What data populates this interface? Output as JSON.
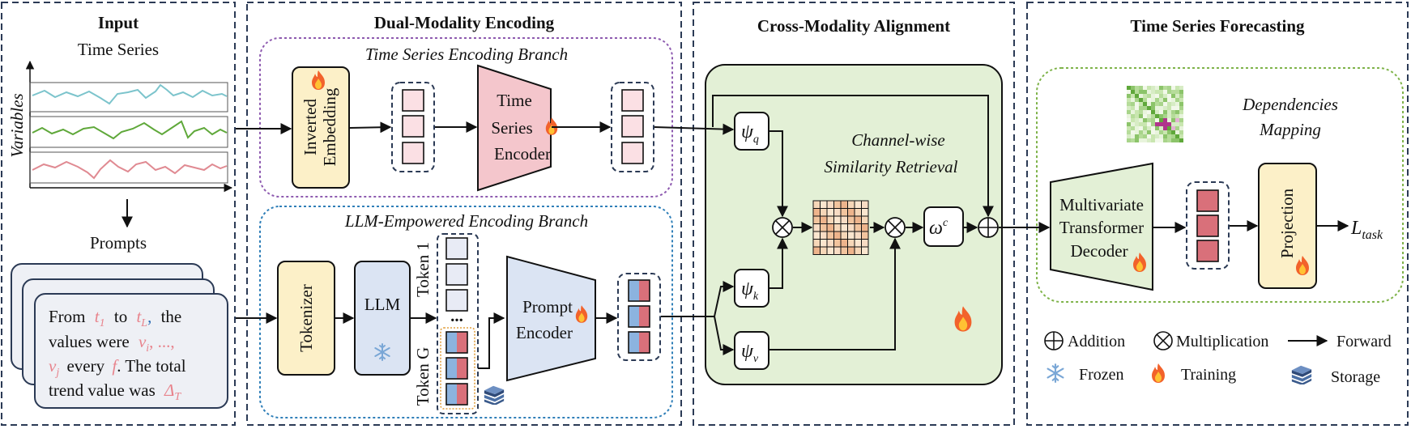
{
  "sections": {
    "input": "Input",
    "encoding": "Dual-Modality Encoding",
    "alignment": "Cross-Modality Alignment",
    "forecasting": "Time Series Forecasting"
  },
  "input": {
    "time_series_label": "Time Series",
    "variables_label": "Variables",
    "prompts_label": "Prompts",
    "prompt": {
      "w_from": "From",
      "t1_base": "t",
      "t1_sub": "1",
      "w_to": "to",
      "tl_base": "t",
      "tl_sub": "L",
      "comma1": ",",
      "w_the": "the",
      "w_values_were": "values were",
      "vi_base": "v",
      "vi_sub": "i",
      "ellipsis": ", ...,",
      "vj_base": "v",
      "vj_sub": "j",
      "w_every": "every",
      "f_sym": "f",
      "w_total": ". The total",
      "w_trend": "trend value was",
      "delta_base": "Δ",
      "delta_sub": "T"
    }
  },
  "ts_branch": {
    "title": "Time Series Encoding Branch",
    "inverted_embedding_1": "Inverted",
    "inverted_embedding_2": "Embedding",
    "encoder_1": "Time",
    "encoder_2": "Series",
    "encoder_3": "Encoder"
  },
  "llm_branch": {
    "title": "LLM-Empowered Encoding Branch",
    "tokenizer": "Tokenizer",
    "llm": "LLM",
    "token_1": "Token 1",
    "token_g": "Token G",
    "dots": "...",
    "prompt_encoder_1": "Prompt",
    "prompt_encoder_2": "Encoder"
  },
  "alignment": {
    "retrieval_1": "Channel-wise",
    "retrieval_2": "Similarity Retrieval",
    "psi": "ψ",
    "q": "q",
    "k": "k",
    "v": "v",
    "omega": "ω",
    "omega_sup": "c"
  },
  "forecasting": {
    "dependencies_1": "Dependencies",
    "dependencies_2": "Mapping",
    "decoder_1": "Multivariate",
    "decoder_2": "Transformer",
    "decoder_3": "Decoder",
    "projection": "Projection",
    "loss_base": "L",
    "loss_sub": "task"
  },
  "legend": {
    "addition": "Addition",
    "multiplication": "Multiplication",
    "forward": "Forward",
    "frozen": "Frozen",
    "training": "Training",
    "storage": "Storage"
  },
  "colors": {
    "frame": "#2b3a55",
    "ts_branch_border": "#8e5bb0",
    "llm_branch_border": "#2f7fb8",
    "forecast_border": "#7fb34a",
    "alignment_fill": "#e3f0d6",
    "yellow_block": "#fcf0c8",
    "pink_block": "#f4c6cc",
    "blue_block": "#dbe4f3",
    "green_block": "#e3f0d6",
    "token_red": "#d9707a",
    "token_blue": "#8cb3df",
    "series_1": "#7cc4cc",
    "series_2": "#5fa83a",
    "series_3": "#e08a92",
    "prompt_red": "#e8838c"
  }
}
